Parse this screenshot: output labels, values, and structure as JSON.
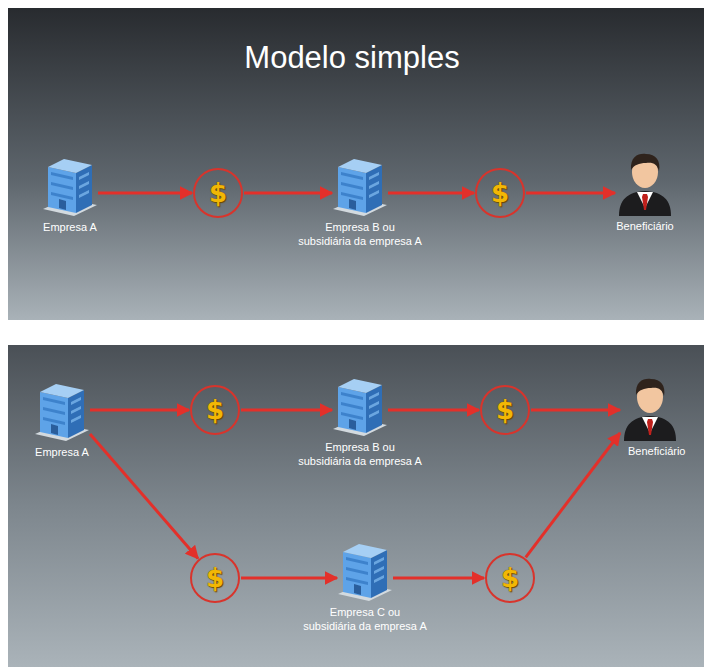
{
  "diagram": {
    "title": "Modelo simples",
    "nodes": [
      {
        "text": [
          "Empresa A"
        ]
      },
      {
        "text": [
          "$"
        ]
      },
      {
        "text": [
          "Empresa B ou subsidiária da empresa A"
        ]
      },
      {
        "text": [
          "$"
        ]
      },
      {
        "text": [
          "Beneficiário"
        ]
      },
      {
        "text": [
          "Empresa A"
        ]
      },
      {
        "text": [
          "$"
        ]
      },
      {
        "text": [
          "Empresa B ou subsidiária da empresa A"
        ]
      },
      {
        "text": [
          "$"
        ]
      },
      {
        "text": [
          "Beneficiário"
        ]
      },
      {
        "text": [
          "$"
        ]
      },
      {
        "text": [
          "Empresa C ou subsidiária da empresa A"
        ]
      },
      {
        "text": [
          "$"
        ]
      }
    ],
    "edges": [
      {
        "from": 0,
        "to": 1,
        "arrow": "to"
      },
      {
        "from": 1,
        "to": 2,
        "arrow": "to"
      },
      {
        "from": 2,
        "to": 3,
        "arrow": "to"
      },
      {
        "from": 3,
        "to": 4,
        "arrow": "to"
      },
      {
        "from": 5,
        "to": 6,
        "arrow": "to"
      },
      {
        "from": 6,
        "to": 7,
        "arrow": "to"
      },
      {
        "from": 7,
        "to": 8,
        "arrow": "to"
      },
      {
        "from": 8,
        "to": 9,
        "arrow": "to"
      },
      {
        "from": 5,
        "to": 10,
        "arrow": "to"
      },
      {
        "from": 10,
        "to": 11,
        "arrow": "to"
      },
      {
        "from": 11,
        "to": 12,
        "arrow": "to"
      },
      {
        "from": 12,
        "to": 9,
        "arrow": "to"
      }
    ]
  }
}
